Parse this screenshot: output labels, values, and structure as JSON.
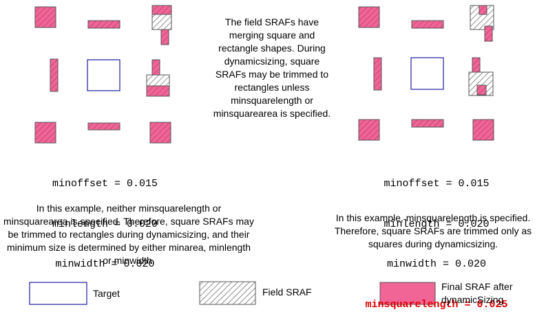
{
  "center_note": "The field SRAFs have merging square and rectangle shapes. During dynamicsizing, square SRAFs may be trimmed to rectangles unless minsquarelength or minsquarearea is specified.",
  "left_example": {
    "params": [
      "minoffset = 0.015",
      "minlength = 0.020",
      "minwidth = 0.020"
    ],
    "description": "In this example, neither minsquarelength or minsquarearea is specified. Therefore, square SRAFs may be trimmed to rectangles during dynamicsizing, and their minimum size is determined by either minarea, minlength or minwidth."
  },
  "right_example": {
    "params": [
      "minoffset = 0.015",
      "minlength = 0.020",
      "minwidth = 0.020"
    ],
    "highlight_param": "minsquarelength = 0.025",
    "description": "In this example, minsquarelength is specified. Therefore, square SRAFs are trimmed only as squares during dynamicsizing."
  },
  "legend": {
    "target": "Target",
    "field_sraf": "Field SRAF",
    "final_sraf": "Final SRAF after dynamicSizing"
  },
  "colors": {
    "target_stroke": "#1a1aa0",
    "sraf_fill": "#f06496",
    "hatch": "#555555",
    "highlight_text": "#e00000"
  }
}
